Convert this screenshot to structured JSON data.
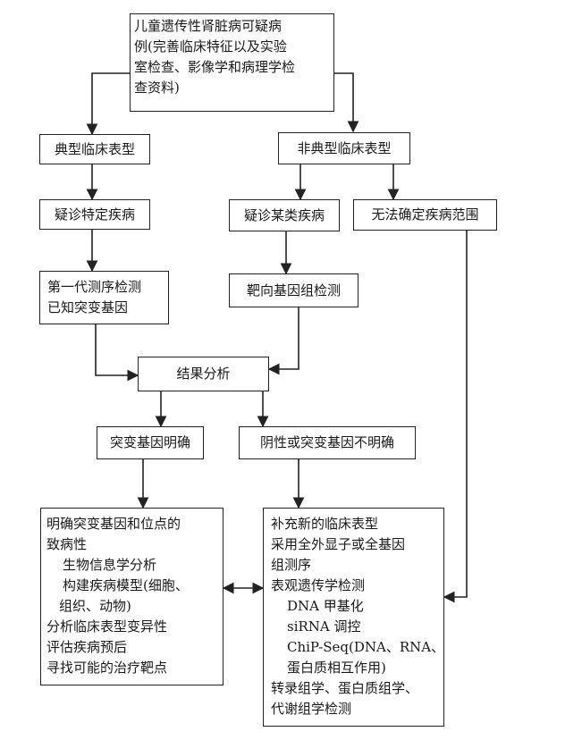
{
  "nodes": {
    "start": [
      "儿童遗传性肾脏病可疑病",
      "例(完善临床特征以及实验",
      "室检查、影像学和病理学检",
      "查资料)"
    ],
    "typical": "典型临床表型",
    "atypical": "非典型临床表型",
    "suspect_specific": "疑诊特定疾病",
    "suspect_class": "疑诊某类疾病",
    "undetermined": "无法确定疾病范围",
    "sanger": [
      "第一代测序检测",
      "已知突变基因"
    ],
    "targeted": "靶向基因组检测",
    "result": "结果分析",
    "mutation_clear": "突变基因明确",
    "negative": "阴性或突变基因不明确",
    "left_panel": {
      "line1": "明确突变基因和位点的",
      "line2": "致病性",
      "line3": "生物信息学分析",
      "line4": "构建疾病模型(细胞、",
      "line5": "组织、动物)",
      "line6": "分析临床表型变异性",
      "line7": "评估疾病预后",
      "line8": "寻找可能的治疗靶点"
    },
    "right_panel": {
      "line1": "补充新的临床表型",
      "line2": "采用全外显子或全基因",
      "line3": "组测序",
      "line4": "表观遗传学检测",
      "line5": "DNA 甲基化",
      "line6": "siRNA 调控",
      "line7": "ChiP-Seq(DNA、RNA、",
      "line8": "蛋白质相互作用)",
      "line9": "转录组学、蛋白质组学、",
      "line10": "代谢组学检测"
    }
  }
}
